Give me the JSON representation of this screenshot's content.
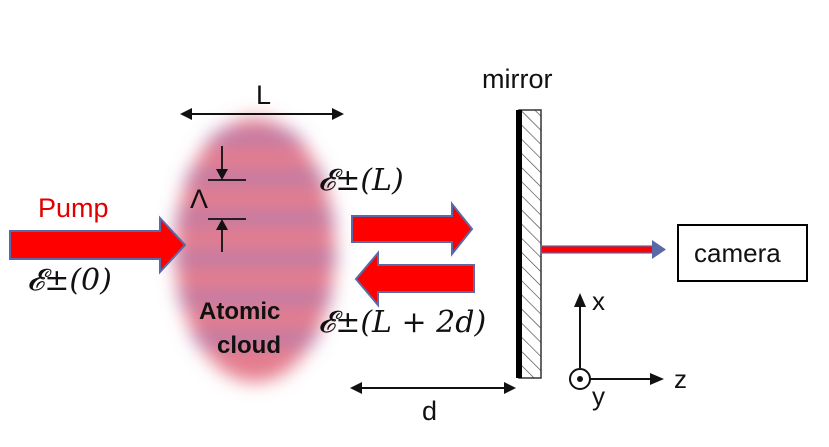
{
  "labels": {
    "pump": "Pump",
    "pump_field": "𝓔±(0)",
    "length": "L",
    "period": "Λ",
    "cloud_line1": "Atomic",
    "cloud_line2": "cloud",
    "forward_field": "𝓔±(L)",
    "backward_field": "𝓔±(L + 2d)",
    "distance": "d",
    "mirror": "mirror",
    "camera": "camera",
    "axis_x": "x",
    "axis_y": "y",
    "axis_z": "z"
  },
  "colors": {
    "arrow_fill": "#ff0000",
    "arrow_outline": "#5a6aa8",
    "pump_text": "#e00000",
    "cloud_pink": "#e0667a",
    "cloud_stripe": "#9a7ab8",
    "text": "#111111"
  }
}
